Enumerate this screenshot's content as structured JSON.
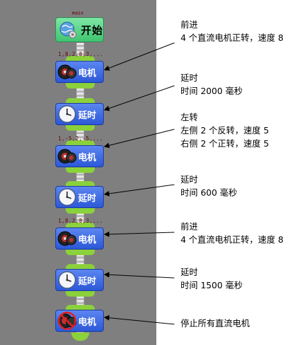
{
  "program": {
    "start": {
      "tag": "main",
      "label": "开始"
    },
    "blocks": [
      {
        "type": "motor",
        "label": "电机",
        "param": "1,8,2,8,3,..."
      },
      {
        "type": "delay",
        "label": "延时"
      },
      {
        "type": "motor",
        "label": "电机",
        "param": "1,-5,2,-5,..."
      },
      {
        "type": "delay",
        "label": "延时"
      },
      {
        "type": "motor",
        "label": "电机",
        "param": "1,8,2,8,3,..."
      },
      {
        "type": "delay",
        "label": "延时"
      },
      {
        "type": "motor-stop",
        "label": "电机"
      }
    ]
  },
  "annotations": [
    {
      "title": "前进",
      "lines": [
        "4 个直流电机正转，速度 8"
      ]
    },
    {
      "title": "延时",
      "lines": [
        "时间 2000 毫秒"
      ]
    },
    {
      "title": "左转",
      "lines": [
        "左侧 2 个反转，速度 5",
        "右侧 2 个正转，速度 5"
      ]
    },
    {
      "title": "延时",
      "lines": [
        "时间 600 毫秒"
      ]
    },
    {
      "title": "前进",
      "lines": [
        "4 个直流电机正转，速度 8"
      ]
    },
    {
      "title": "延时",
      "lines": [
        "时间 1500 毫秒"
      ]
    },
    {
      "title": "停止所有直流电机",
      "lines": []
    }
  ]
}
